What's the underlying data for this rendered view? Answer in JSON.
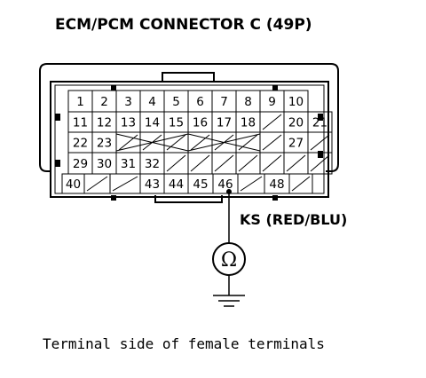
{
  "title": "ECM/PCM CONNECTOR C (49P)",
  "wire_label": "KS (RED/BLU)",
  "meter_symbol": "Ω",
  "caption": "Terminal side of female terminals",
  "colors": {
    "ink": "#000000",
    "background": "#ffffff"
  },
  "pins": [
    {
      "row": 1,
      "col": 1,
      "label": "1"
    },
    {
      "row": 1,
      "col": 2,
      "label": "2"
    },
    {
      "row": 1,
      "col": 3,
      "label": "3"
    },
    {
      "row": 1,
      "col": 4,
      "label": "4"
    },
    {
      "row": 1,
      "col": 5,
      "label": "5"
    },
    {
      "row": 1,
      "col": 6,
      "label": "6"
    },
    {
      "row": 1,
      "col": 7,
      "label": "7"
    },
    {
      "row": 1,
      "col": 8,
      "label": "8"
    },
    {
      "row": 1,
      "col": 9,
      "label": "9"
    },
    {
      "row": 1,
      "col": 10,
      "label": "10"
    },
    {
      "row": 2,
      "col": 1,
      "label": "11"
    },
    {
      "row": 2,
      "col": 2,
      "label": "12"
    },
    {
      "row": 2,
      "col": 3,
      "label": "13"
    },
    {
      "row": 2,
      "col": 4,
      "label": "14"
    },
    {
      "row": 2,
      "col": 5,
      "label": "15"
    },
    {
      "row": 2,
      "col": 6,
      "label": "16"
    },
    {
      "row": 2,
      "col": 7,
      "label": "17"
    },
    {
      "row": 2,
      "col": 8,
      "label": "18"
    },
    {
      "row": 2,
      "col": 10,
      "label": "20"
    },
    {
      "row": 2,
      "col": 11,
      "label": "21"
    },
    {
      "row": 3,
      "col": 1,
      "label": "22"
    },
    {
      "row": 3,
      "col": 2,
      "label": "23"
    },
    {
      "row": 3,
      "col": 10,
      "label": "27"
    },
    {
      "row": 4,
      "col": 1,
      "label": "29"
    },
    {
      "row": 4,
      "col": 2,
      "label": "30"
    },
    {
      "row": 4,
      "col": 3,
      "label": "31"
    },
    {
      "row": 4,
      "col": 4,
      "label": "32"
    },
    {
      "row": 5,
      "col": 1,
      "label": "40"
    },
    {
      "row": 5,
      "col": 4,
      "label": "43"
    },
    {
      "row": 5,
      "col": 5,
      "label": "44"
    },
    {
      "row": 5,
      "col": 6,
      "label": "45"
    },
    {
      "row": 5,
      "col": 7,
      "label": "46"
    },
    {
      "row": 5,
      "col": 9,
      "label": "48"
    }
  ],
  "probe_pin": "46"
}
